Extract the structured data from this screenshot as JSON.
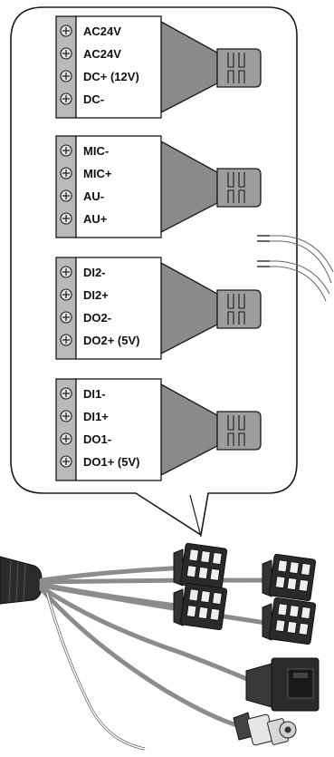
{
  "blocks": [
    {
      "pins": [
        "AC24V",
        "AC24V",
        "DC+ (12V)",
        "DC-"
      ]
    },
    {
      "pins": [
        "MIC-",
        "MIC+",
        "AU-",
        "AU+"
      ]
    },
    {
      "pins": [
        "DI2-",
        "DI2+",
        "DO2-",
        "DO2+ (5V)"
      ]
    },
    {
      "pins": [
        "DI1-",
        "DI1+",
        "DO1-",
        "DO1+ (5V)"
      ]
    }
  ],
  "colors": {
    "terminal_strip": "#b9b9b9",
    "connector_body": "#8a8a8a",
    "outline": "#1a1a1a",
    "cable": "#9a9a9a",
    "background": "#ffffff"
  },
  "icons": [
    "screw-terminal-icon",
    "rj45-connector-icon",
    "bnc-connector-icon",
    "cable-plug-icon"
  ]
}
